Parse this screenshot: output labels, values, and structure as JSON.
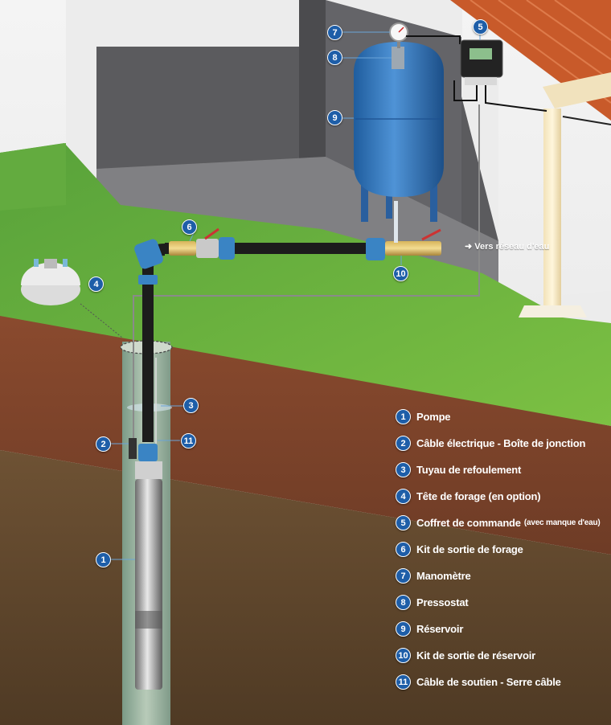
{
  "flow_label": "➜ Vers réseau d'eau",
  "callouts": [
    {
      "num": "1"
    },
    {
      "num": "2"
    },
    {
      "num": "3"
    },
    {
      "num": "4"
    },
    {
      "num": "5"
    },
    {
      "num": "6"
    },
    {
      "num": "7"
    },
    {
      "num": "8"
    },
    {
      "num": "9"
    },
    {
      "num": "10"
    },
    {
      "num": "11"
    }
  ],
  "legend": [
    {
      "num": "1",
      "label": "Pompe"
    },
    {
      "num": "2",
      "label": "Câble électrique - Boîte de jonction"
    },
    {
      "num": "3",
      "label": "Tuyau de refoulement"
    },
    {
      "num": "4",
      "label": "Tête de forage (en option)"
    },
    {
      "num": "5",
      "label": "Coffret de commande",
      "note": "(avec manque d'eau)"
    },
    {
      "num": "6",
      "label": "Kit de sortie de forage"
    },
    {
      "num": "7",
      "label": "Manomètre"
    },
    {
      "num": "8",
      "label": "Pressostat"
    },
    {
      "num": "9",
      "label": "Réservoir"
    },
    {
      "num": "10",
      "label": "Kit de sortie de réservoir"
    },
    {
      "num": "11",
      "label": "Câble de soutien - Serre câble"
    }
  ]
}
